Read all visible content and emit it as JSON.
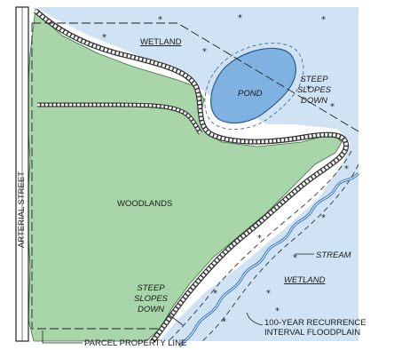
{
  "map": {
    "street_label": "ARTERIAL STREET",
    "labels": {
      "wetland_top": "WETLAND",
      "pond": "POND",
      "steep_top_1": "STEEP",
      "steep_top_2": "SLOPES",
      "steep_top_3": "DOWN",
      "woodlands": "WOODLANDS",
      "stream": "STREAM",
      "wetland_bottom": "WETLAND",
      "steep_bot_1": "STEEP",
      "steep_bot_2": "SLOPES",
      "steep_bot_3": "DOWN",
      "floodplain_1": "100-YEAR RECURRENCE",
      "floodplain_2": "INTERVAL FLOODPLAIN",
      "property_line": "PARCEL PROPERTY LINE"
    },
    "colors": {
      "wetland": "#cfe3f5",
      "woodland": "#a9d6a9",
      "pond": "#7fb2e0",
      "stream": "#2c6fc0",
      "road": "#4a4a4a"
    }
  }
}
